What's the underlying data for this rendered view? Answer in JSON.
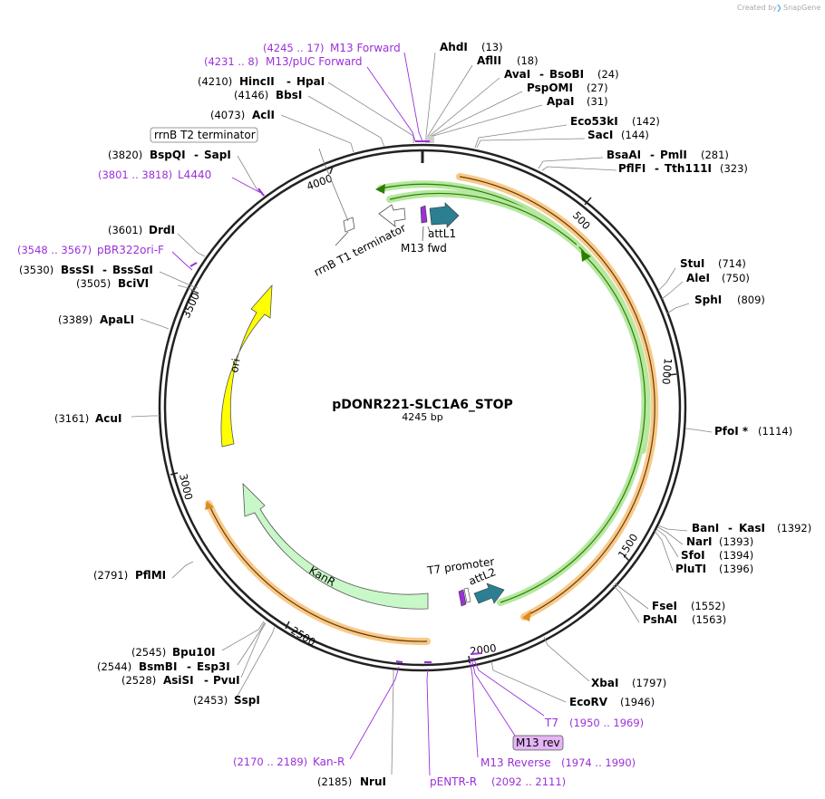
{
  "credit": {
    "created_by": "Created by",
    "app": "SnapGene"
  },
  "plasmid": {
    "name": "pDONR221-SLC1A6_STOP",
    "size": "4245 bp"
  },
  "ticks": [
    "500",
    "1000",
    "1500",
    "2000",
    "2500",
    "3000",
    "3500",
    "4000"
  ],
  "enzymes": {
    "ahdi": {
      "name": "AhdI",
      "pos": "(13)"
    },
    "aflii": {
      "name": "AflII",
      "pos": "(18)"
    },
    "avai": {
      "name": "AvaI",
      "sep": "-",
      "name2": "BsoBI",
      "pos": "(24)"
    },
    "pspomi": {
      "name": "PspOMI",
      "pos": "(27)"
    },
    "apai": {
      "name": "ApaI",
      "pos": "(31)"
    },
    "eco53ki": {
      "name": "Eco53kI",
      "pos": "(142)"
    },
    "saci": {
      "name": "SacI",
      "pos": "(144)"
    },
    "bsaai": {
      "name": "BsaAI",
      "sep": "-",
      "name2": "PmlI",
      "pos": "(281)"
    },
    "pflfi": {
      "name": "PflFI",
      "sep": "-",
      "name2": "Tth111I",
      "pos": "(323)"
    },
    "stui": {
      "name": "StuI",
      "pos": "(714)"
    },
    "alei": {
      "name": "AleI",
      "pos": "(750)"
    },
    "sphi": {
      "name": "SphI",
      "pos": "(809)"
    },
    "pfoi": {
      "name": "PfoI *",
      "pos": "(1114)"
    },
    "bani": {
      "name": "BanI",
      "sep": "-",
      "name2": "KasI",
      "pos": "(1392)"
    },
    "nari": {
      "name": "NarI",
      "pos": "(1393)"
    },
    "sfoi": {
      "name": "SfoI",
      "pos": "(1394)"
    },
    "pluti": {
      "name": "PluTI",
      "pos": "(1396)"
    },
    "fsei": {
      "name": "FseI",
      "pos": "(1552)"
    },
    "pshai": {
      "name": "PshAI",
      "pos": "(1563)"
    },
    "xbai": {
      "name": "XbaI",
      "pos": "(1797)"
    },
    "ecorv": {
      "name": "EcoRV",
      "pos": "(1946)"
    },
    "nrui": {
      "name": "NruI",
      "pos": "(2185)"
    },
    "sspi": {
      "name": "SspI",
      "pos": "(2453)"
    },
    "asisi": {
      "name": "AsiSI",
      "sep": "-",
      "name2": "PvuI",
      "pos": "(2528)"
    },
    "bsmbi": {
      "name": "BsmBI",
      "sep": "-",
      "name2": "Esp3I",
      "pos": "(2544)"
    },
    "bpu10i": {
      "name": "Bpu10I",
      "pos": "(2545)"
    },
    "pflmi": {
      "name": "PflMI",
      "pos": "(2791)"
    },
    "acui": {
      "name": "AcuI",
      "pos": "(3161)"
    },
    "apali": {
      "name": "ApaLI",
      "pos": "(3389)"
    },
    "bcivi": {
      "name": "BciVI",
      "pos": "(3505)"
    },
    "bsssi": {
      "name": "BssSI",
      "sep": "-",
      "name2": "BssSαI",
      "pos": "(3530)"
    },
    "drdi": {
      "name": "DrdI",
      "pos": "(3601)"
    },
    "bspqi": {
      "name": "BspQI",
      "sep": "-",
      "name2": "SapI",
      "pos": "(3820)"
    },
    "acli": {
      "name": "AclI",
      "pos": "(4073)"
    },
    "bbsi": {
      "name": "BbsI",
      "pos": "(4146)"
    },
    "hincii": {
      "name": "HincII",
      "sep": "-",
      "name2": "HpaI",
      "pos": "(4210)"
    }
  },
  "primers": {
    "m13fwd_top": {
      "name": "M13 Forward",
      "range": "(4245 .. 17)"
    },
    "m13puc": {
      "name": "M13/pUC Forward",
      "range": "(4231 .. 8)"
    },
    "l4440": {
      "name": "L4440",
      "range": "(3801 .. 3818)"
    },
    "pbr322": {
      "name": "pBR322ori-F",
      "range": "(3548 .. 3567)"
    },
    "t7": {
      "name": "T7",
      "range": "(1950 .. 1969)"
    },
    "m13rev_box": {
      "name": "M13 rev"
    },
    "m13reverse": {
      "name": "M13 Reverse",
      "range": "(1974 .. 1990)"
    },
    "pentr": {
      "name": "pENTR-R",
      "range": "(2092 .. 2111)"
    },
    "kanr_primer": {
      "name": "Kan-R",
      "range": "(2170 .. 2189)"
    }
  },
  "features": {
    "rrnb_t2": "rrnB T2 terminator",
    "rrnb_t1": "rrnB T1 terminator",
    "attl1": "attL1",
    "m13fwd": "M13 fwd",
    "ori": "ori",
    "kanr": "KanR",
    "t7promoter": "T7 promoter",
    "attl2": "attL2"
  },
  "colors": {
    "backbone": "#222222",
    "orf_orange": "#f7c98a",
    "orf_green": "#b5e8a0",
    "att": "#2b7f91",
    "ori": "#ffff00",
    "kanr": "#c8f7c8",
    "primer": "#9b30d9"
  }
}
